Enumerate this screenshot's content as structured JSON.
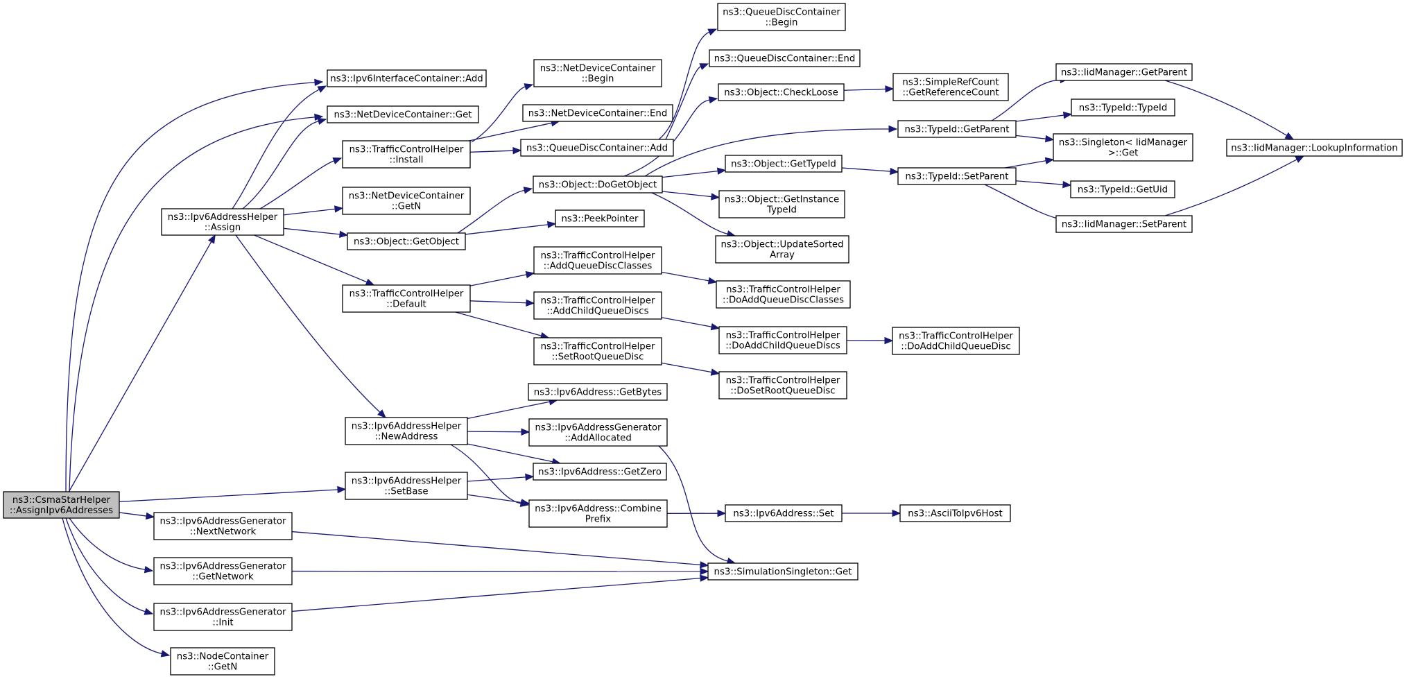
{
  "diagram": {
    "title": "",
    "root": "n_root",
    "colors": {
      "edge": "#191970",
      "root_fill": "#bfbfbf",
      "node_fill": "#ffffff",
      "node_border": "#000000"
    },
    "nodes": [
      {
        "id": "n_root",
        "lines": [
          "ns3::CsmaStarHelper",
          "::AssignIpv6Addresses"
        ]
      },
      {
        "id": "n_ipv6if_add",
        "lines": [
          "ns3::Ipv6InterfaceContainer::Add"
        ]
      },
      {
        "id": "n_ndc_get",
        "lines": [
          "ns3::NetDeviceContainer::Get"
        ]
      },
      {
        "id": "n_ipv6ah_assign",
        "lines": [
          "ns3::Ipv6AddressHelper",
          "::Assign"
        ]
      },
      {
        "id": "n_tch_install",
        "lines": [
          "ns3::TrafficControlHelper",
          "::Install"
        ]
      },
      {
        "id": "n_ndc_getn",
        "lines": [
          "ns3::NetDeviceContainer",
          "::GetN"
        ]
      },
      {
        "id": "n_obj_getobject",
        "lines": [
          "ns3::Object::GetObject"
        ]
      },
      {
        "id": "n_tch_default",
        "lines": [
          "ns3::TrafficControlHelper",
          "::Default"
        ]
      },
      {
        "id": "n_ipv6ah_newaddress",
        "lines": [
          "ns3::Ipv6AddressHelper",
          "::NewAddress"
        ]
      },
      {
        "id": "n_ipv6ah_setbase",
        "lines": [
          "ns3::Ipv6AddressHelper",
          "::SetBase"
        ]
      },
      {
        "id": "n_ipv6ag_nextnetwork",
        "lines": [
          "ns3::Ipv6AddressGenerator",
          "::NextNetwork"
        ]
      },
      {
        "id": "n_ipv6ag_getnetwork",
        "lines": [
          "ns3::Ipv6AddressGenerator",
          "::GetNetwork"
        ]
      },
      {
        "id": "n_ipv6ag_init",
        "lines": [
          "ns3::Ipv6AddressGenerator",
          "::Init"
        ]
      },
      {
        "id": "n_nodec_getn",
        "lines": [
          "ns3::NodeContainer",
          "::GetN"
        ]
      },
      {
        "id": "n_ndc_begin",
        "lines": [
          "ns3::NetDeviceContainer",
          "::Begin"
        ]
      },
      {
        "id": "n_ndc_end",
        "lines": [
          "ns3::NetDeviceContainer::End"
        ]
      },
      {
        "id": "n_qdc_add",
        "lines": [
          "ns3::QueueDiscContainer::Add"
        ]
      },
      {
        "id": "n_obj_dogetobject",
        "lines": [
          "ns3::Object::DoGetObject"
        ]
      },
      {
        "id": "n_peekpointer",
        "lines": [
          "ns3::PeekPointer"
        ]
      },
      {
        "id": "n_tch_addqdclasses",
        "lines": [
          "ns3::TrafficControlHelper",
          "::AddQueueDiscClasses"
        ]
      },
      {
        "id": "n_tch_addchildqds",
        "lines": [
          "ns3::TrafficControlHelper",
          "::AddChildQueueDiscs"
        ]
      },
      {
        "id": "n_tch_setrootqd",
        "lines": [
          "ns3::TrafficControlHelper",
          "::SetRootQueueDisc"
        ]
      },
      {
        "id": "n_ipv6a_getbytes",
        "lines": [
          "ns3::Ipv6Address::GetBytes"
        ]
      },
      {
        "id": "n_ipv6ag_addallocated",
        "lines": [
          "ns3::Ipv6AddressGenerator",
          "::AddAllocated"
        ]
      },
      {
        "id": "n_ipv6a_getzero",
        "lines": [
          "ns3::Ipv6Address::GetZero"
        ]
      },
      {
        "id": "n_ipv6a_combineprefix",
        "lines": [
          "ns3::Ipv6Address::Combine",
          "Prefix"
        ]
      },
      {
        "id": "n_qdc_begin",
        "lines": [
          "ns3::QueueDiscContainer",
          "::Begin"
        ]
      },
      {
        "id": "n_qdc_end",
        "lines": [
          "ns3::QueueDiscContainer::End"
        ]
      },
      {
        "id": "n_obj_checkloose",
        "lines": [
          "ns3::Object::CheckLoose"
        ]
      },
      {
        "id": "n_obj_gettypeid",
        "lines": [
          "ns3::Object::GetTypeId"
        ]
      },
      {
        "id": "n_obj_getinstancetypeid",
        "lines": [
          "ns3::Object::GetInstance",
          "TypeId"
        ]
      },
      {
        "id": "n_obj_updatesortedarray",
        "lines": [
          "ns3::Object::UpdateSorted",
          "Array"
        ]
      },
      {
        "id": "n_tch_doaddqdclasses",
        "lines": [
          "ns3::TrafficControlHelper",
          "::DoAddQueueDiscClasses"
        ]
      },
      {
        "id": "n_tch_doaddchildqds",
        "lines": [
          "ns3::TrafficControlHelper",
          "::DoAddChildQueueDiscs"
        ]
      },
      {
        "id": "n_tch_dosetrootqd",
        "lines": [
          "ns3::TrafficControlHelper",
          "::DoSetRootQueueDisc"
        ]
      },
      {
        "id": "n_ipv6a_set",
        "lines": [
          "ns3::Ipv6Address::Set"
        ]
      },
      {
        "id": "n_simsingleton_get",
        "lines": [
          "ns3::SimulationSingleton::Get"
        ]
      },
      {
        "id": "n_simplerefcount",
        "lines": [
          "ns3::SimpleRefCount",
          "::GetReferenceCount"
        ]
      },
      {
        "id": "n_typeid_getparent",
        "lines": [
          "ns3::TypeId::GetParent"
        ]
      },
      {
        "id": "n_typeid_setparent",
        "lines": [
          "ns3::TypeId::SetParent"
        ]
      },
      {
        "id": "n_tch_doaddchildqd",
        "lines": [
          "ns3::TrafficControlHelper",
          "::DoAddChildQueueDisc"
        ]
      },
      {
        "id": "n_asciitoipv6host",
        "lines": [
          "ns3::AsciiToIpv6Host"
        ]
      },
      {
        "id": "n_iidm_getparent",
        "lines": [
          "ns3::IidManager::GetParent"
        ]
      },
      {
        "id": "n_typeid_typeid",
        "lines": [
          "ns3::TypeId::TypeId"
        ]
      },
      {
        "id": "n_singleton_get",
        "lines": [
          "ns3::Singleton< IidManager",
          " >::Get"
        ]
      },
      {
        "id": "n_typeid_getuid",
        "lines": [
          "ns3::TypeId::GetUid"
        ]
      },
      {
        "id": "n_iidm_setparent",
        "lines": [
          "ns3::IidManager::SetParent"
        ]
      },
      {
        "id": "n_iidm_lookupinfo",
        "lines": [
          "ns3::IidManager::LookupInformation"
        ]
      }
    ],
    "edges": [
      [
        "n_root",
        "n_ipv6if_add"
      ],
      [
        "n_root",
        "n_ndc_get"
      ],
      [
        "n_root",
        "n_ipv6ah_assign"
      ],
      [
        "n_root",
        "n_ipv6ah_setbase"
      ],
      [
        "n_root",
        "n_ipv6ag_nextnetwork"
      ],
      [
        "n_root",
        "n_ipv6ag_getnetwork"
      ],
      [
        "n_root",
        "n_ipv6ag_init"
      ],
      [
        "n_root",
        "n_nodec_getn"
      ],
      [
        "n_ipv6ah_assign",
        "n_ipv6if_add"
      ],
      [
        "n_ipv6ah_assign",
        "n_ndc_get"
      ],
      [
        "n_ipv6ah_assign",
        "n_tch_install"
      ],
      [
        "n_ipv6ah_assign",
        "n_ndc_getn"
      ],
      [
        "n_ipv6ah_assign",
        "n_obj_getobject"
      ],
      [
        "n_ipv6ah_assign",
        "n_tch_default"
      ],
      [
        "n_ipv6ah_assign",
        "n_ipv6ah_newaddress"
      ],
      [
        "n_tch_install",
        "n_ndc_begin"
      ],
      [
        "n_tch_install",
        "n_ndc_end"
      ],
      [
        "n_tch_install",
        "n_qdc_add"
      ],
      [
        "n_obj_getobject",
        "n_obj_dogetobject"
      ],
      [
        "n_obj_getobject",
        "n_peekpointer"
      ],
      [
        "n_tch_default",
        "n_tch_addqdclasses"
      ],
      [
        "n_tch_default",
        "n_tch_addchildqds"
      ],
      [
        "n_tch_default",
        "n_tch_setrootqd"
      ],
      [
        "n_ipv6ah_newaddress",
        "n_ipv6a_getbytes"
      ],
      [
        "n_ipv6ah_newaddress",
        "n_ipv6ag_addallocated"
      ],
      [
        "n_ipv6ah_newaddress",
        "n_ipv6a_getzero"
      ],
      [
        "n_ipv6ah_newaddress",
        "n_ipv6a_combineprefix"
      ],
      [
        "n_ipv6ah_setbase",
        "n_ipv6a_getzero"
      ],
      [
        "n_ipv6ah_setbase",
        "n_ipv6a_combineprefix"
      ],
      [
        "n_ipv6ag_nextnetwork",
        "n_simsingleton_get"
      ],
      [
        "n_ipv6ag_getnetwork",
        "n_simsingleton_get"
      ],
      [
        "n_ipv6ag_init",
        "n_simsingleton_get"
      ],
      [
        "n_qdc_add",
        "n_qdc_begin"
      ],
      [
        "n_qdc_add",
        "n_qdc_end"
      ],
      [
        "n_obj_dogetobject",
        "n_obj_checkloose"
      ],
      [
        "n_obj_dogetobject",
        "n_typeid_getparent"
      ],
      [
        "n_obj_dogetobject",
        "n_obj_gettypeid"
      ],
      [
        "n_obj_dogetobject",
        "n_obj_getinstancetypeid"
      ],
      [
        "n_obj_dogetobject",
        "n_obj_updatesortedarray"
      ],
      [
        "n_tch_addqdclasses",
        "n_tch_doaddqdclasses"
      ],
      [
        "n_tch_addchildqds",
        "n_tch_doaddchildqds"
      ],
      [
        "n_tch_setrootqd",
        "n_tch_dosetrootqd"
      ],
      [
        "n_ipv6ag_addallocated",
        "n_simsingleton_get"
      ],
      [
        "n_ipv6a_combineprefix",
        "n_ipv6a_set"
      ],
      [
        "n_obj_checkloose",
        "n_simplerefcount"
      ],
      [
        "n_obj_gettypeid",
        "n_typeid_setparent"
      ],
      [
        "n_tch_doaddchildqds",
        "n_tch_doaddchildqd"
      ],
      [
        "n_ipv6a_set",
        "n_asciitoipv6host"
      ],
      [
        "n_typeid_getparent",
        "n_iidm_getparent"
      ],
      [
        "n_typeid_getparent",
        "n_typeid_typeid"
      ],
      [
        "n_typeid_getparent",
        "n_singleton_get"
      ],
      [
        "n_typeid_setparent",
        "n_singleton_get"
      ],
      [
        "n_typeid_setparent",
        "n_typeid_getuid"
      ],
      [
        "n_typeid_setparent",
        "n_iidm_setparent"
      ],
      [
        "n_iidm_getparent",
        "n_iidm_lookupinfo"
      ],
      [
        "n_iidm_setparent",
        "n_iidm_lookupinfo"
      ]
    ]
  }
}
